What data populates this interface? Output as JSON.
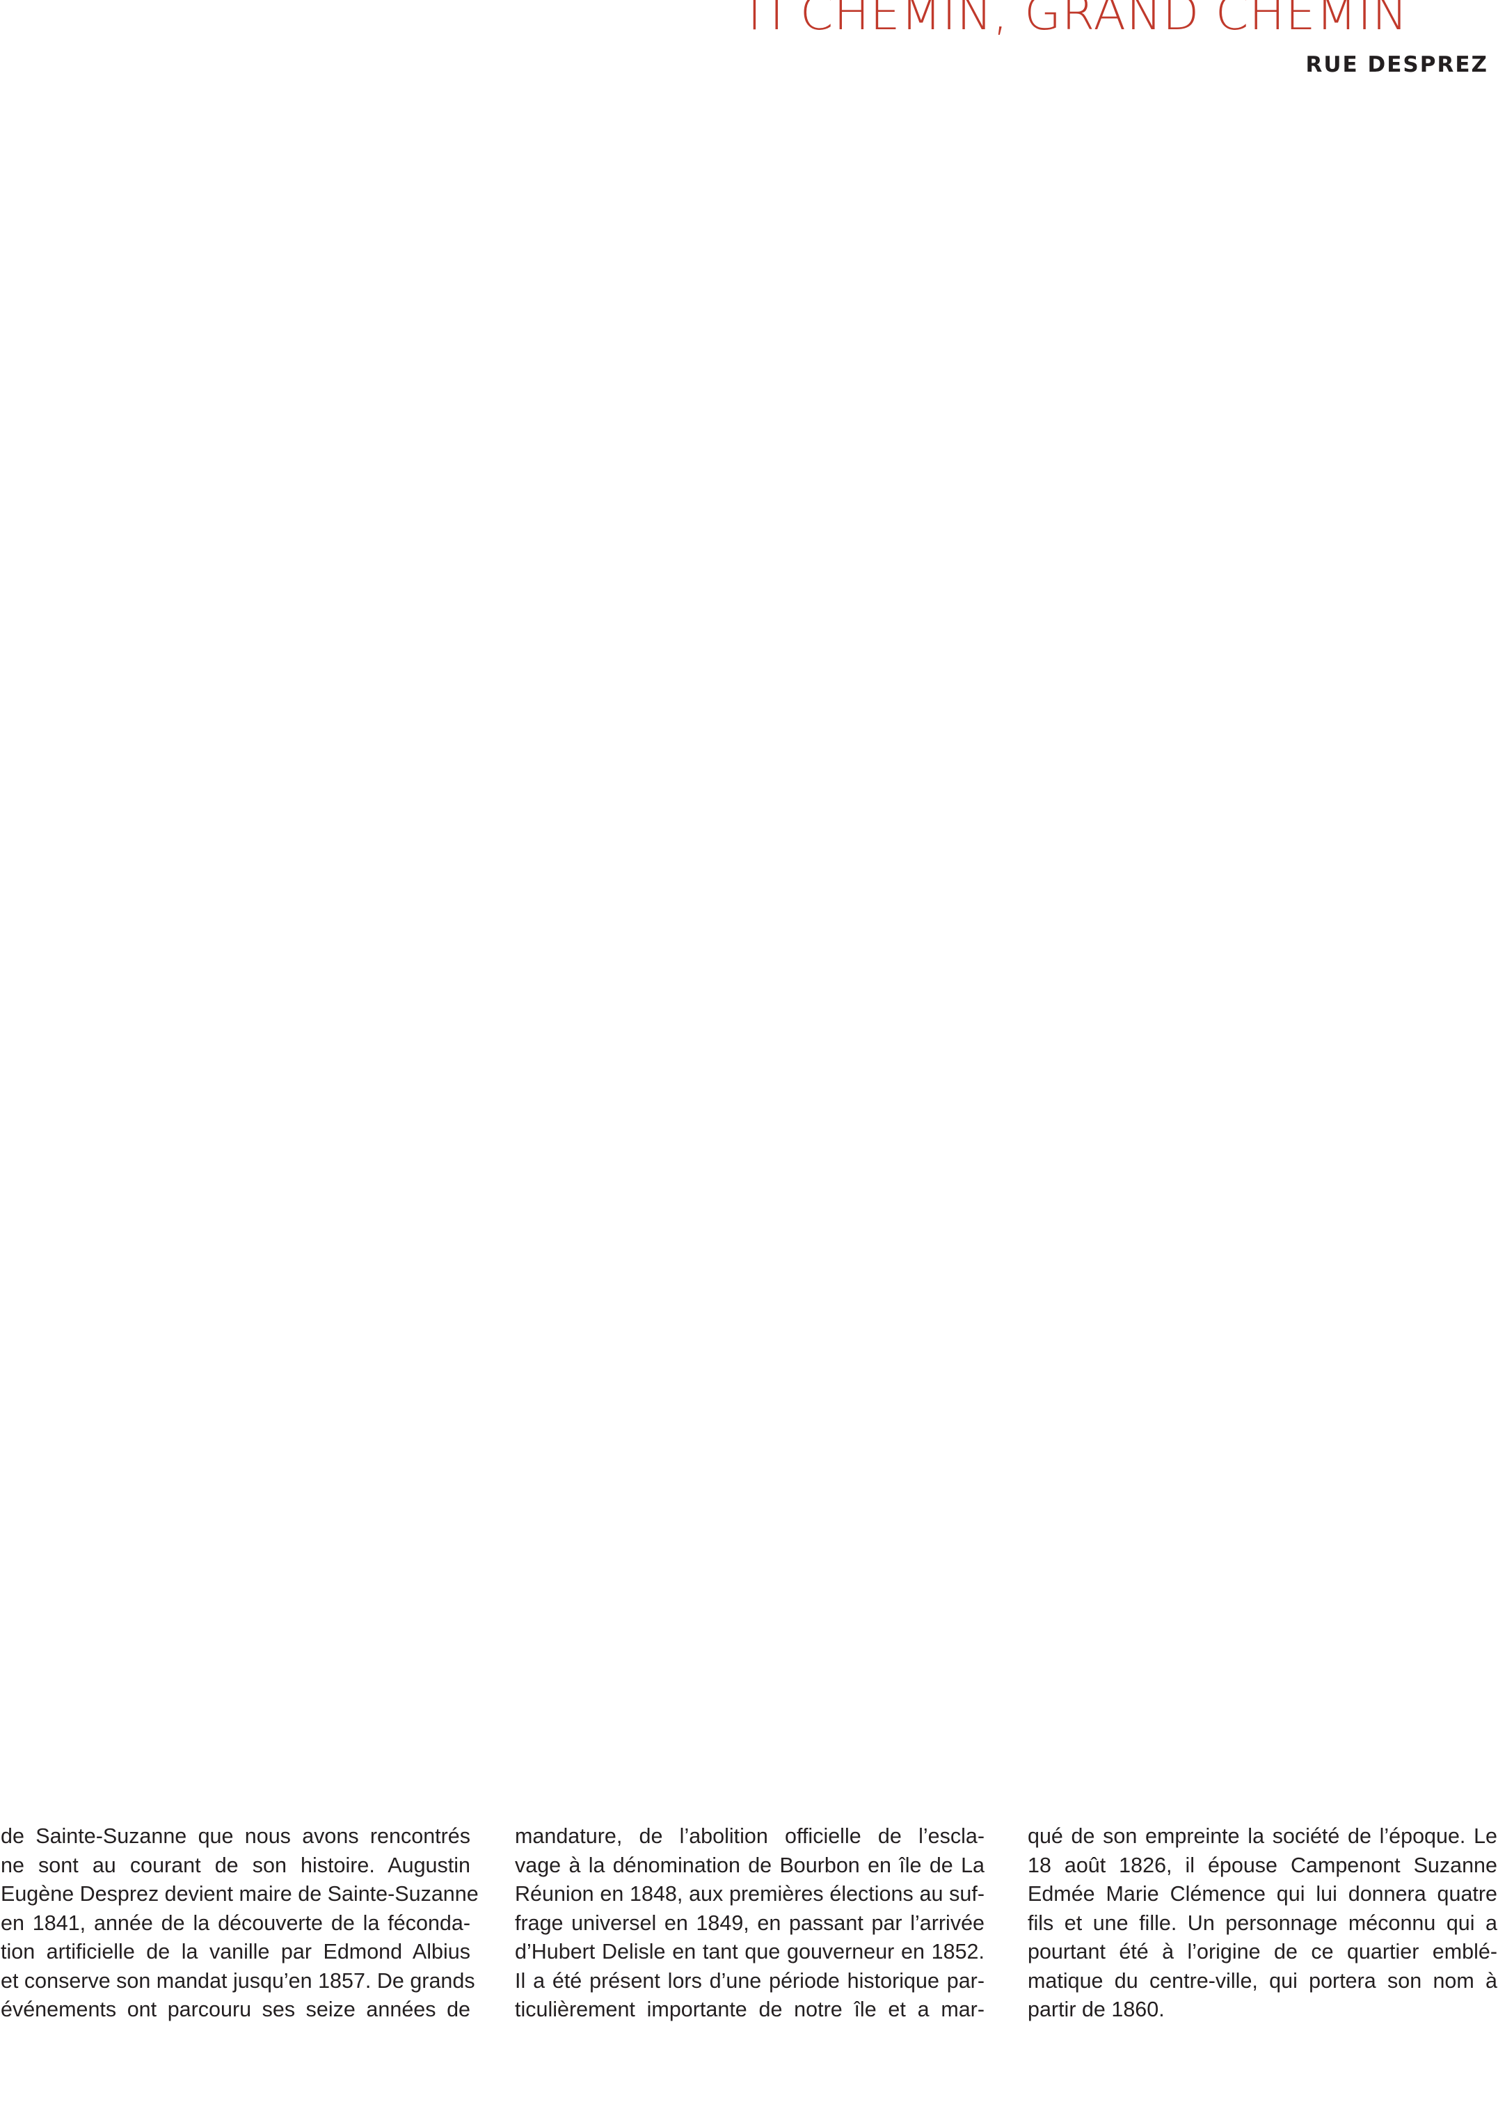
{
  "header": {
    "title": "TI CHEMIN, GRAND CHEMIN",
    "subtitle": "RUE DESPREZ"
  },
  "article": {
    "columns": [
      {
        "lines": [
          "de Sainte-Suzanne que nous avons rencontrés",
          "ne sont au courant de son histoire. Augustin",
          "Eugène Desprez devient maire de Sainte-Suzanne",
          "en 1841, année de la découverte de la féconda-",
          "tion artificielle de la vanille par Edmond Albius",
          "et conserve son mandat jusqu’en 1857. De grands",
          "événements ont parcouru ses seize années de"
        ]
      },
      {
        "lines": [
          "mandature, de l’abolition officielle de l’escla-",
          "vage à la dénomination de Bourbon en île de La",
          "Réunion en 1848, aux premières élections au suf-",
          "frage universel en 1849, en passant par l’arrivée",
          "d’Hubert Delisle en tant que gouverneur en 1852.",
          "Il a été présent lors d’une période historique par-",
          "ticulièrement importante de notre île et a mar-"
        ]
      },
      {
        "lines": [
          "qué de son empreinte la société de l’époque. Le",
          "18 août 1826, il épouse Campenont Suzanne",
          "Edmée Marie Clémence qui lui donnera quatre",
          "fils et une fille. Un personnage méconnu qui a",
          "pourtant été à l’origine de ce quartier emblé-",
          "matique du centre-ville, qui portera son nom à",
          "partir de 1860."
        ]
      }
    ]
  }
}
